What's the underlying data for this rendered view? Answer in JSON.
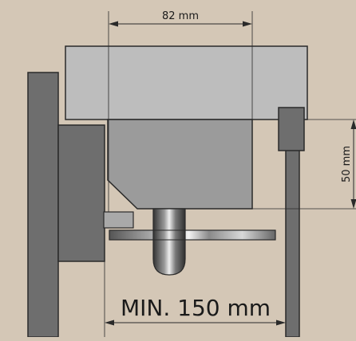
{
  "diagram": {
    "background_color": "#d4c7b6",
    "dimensions": {
      "top_width": "82 mm",
      "right_height": "50 mm",
      "bottom_clearance": "MIN. 150 mm"
    }
  }
}
